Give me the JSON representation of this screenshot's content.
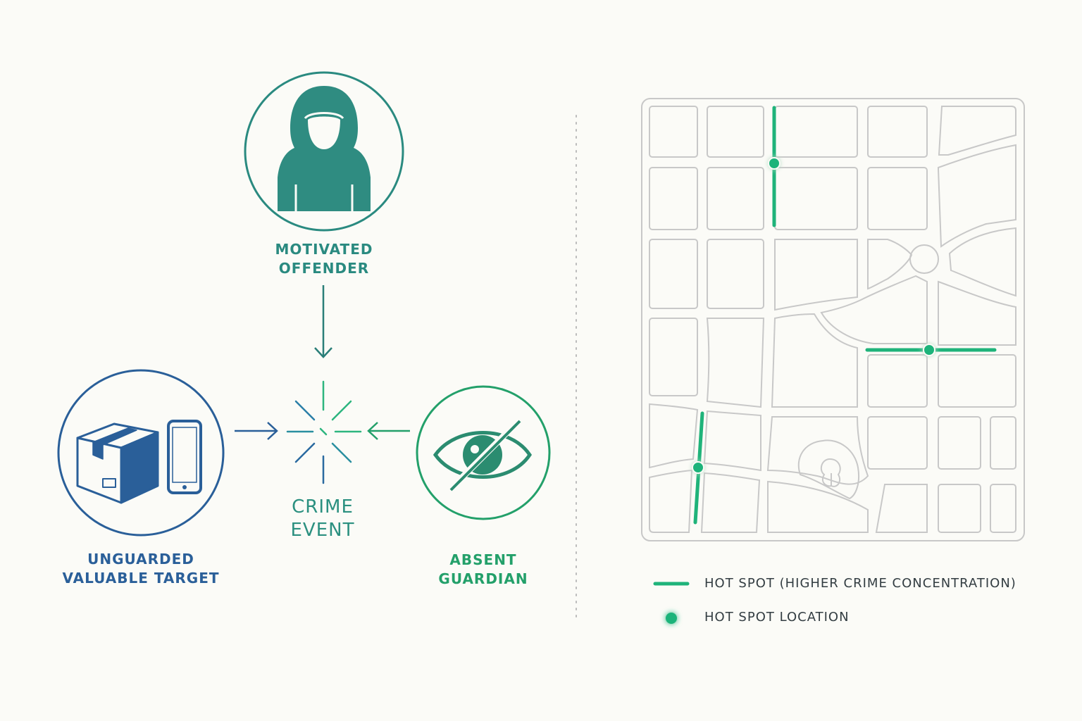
{
  "nodes": {
    "offender": {
      "line1": "MOTIVATED",
      "line2": "OFFENDER",
      "color": "#2a8a80"
    },
    "target": {
      "line1": "UNGUARDED",
      "line2": "VALUABLE TARGET",
      "color": "#2a5f99"
    },
    "crime": {
      "line1": "CRIME",
      "line2": "EVENT",
      "color": "#2b9080"
    },
    "guardian": {
      "line1": "ABSENT",
      "line2": "GUARDIAN",
      "color": "#23a06a"
    }
  },
  "icons": {
    "offender": "hooded-person-icon",
    "target_box": "package-box-icon",
    "target_phone": "smartphone-icon",
    "crime": "burst-icon",
    "guardian": "eye-slash-icon",
    "park": "tree-icon"
  },
  "legend": {
    "line_label": "HOT SPOT (HIGHER CRIME CONCENTRATION)",
    "dot_label": "HOT SPOT LOCATION"
  },
  "colors": {
    "hotspot": "#1fb37a",
    "map_streets": "#c8c8c8",
    "background": "#fbfbf7"
  }
}
